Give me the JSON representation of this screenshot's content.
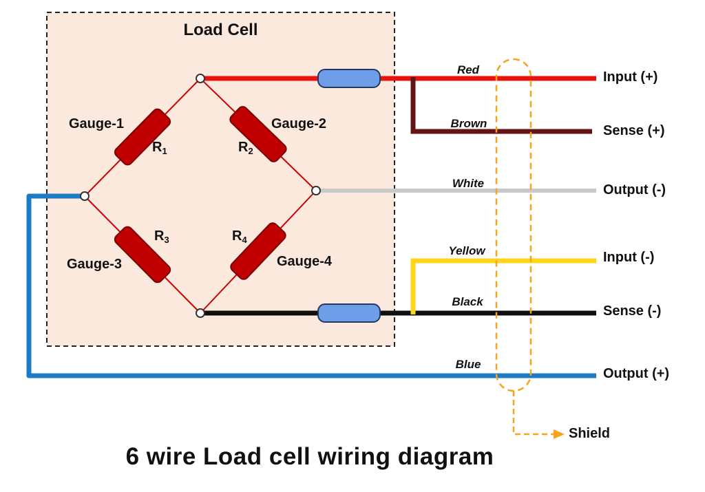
{
  "title": "6 wire Load cell wiring diagram",
  "load_cell": {
    "label": "Load Cell",
    "gauges": [
      {
        "name": "Gauge-1",
        "r": "R",
        "sub": "1"
      },
      {
        "name": "Gauge-2",
        "r": "R",
        "sub": "2"
      },
      {
        "name": "Gauge-3",
        "r": "R",
        "sub": "3"
      },
      {
        "name": "Gauge-4",
        "r": "R",
        "sub": "4"
      }
    ]
  },
  "wires": [
    {
      "color_label": "Red",
      "terminal": "Input (+)",
      "color": "#e8140c"
    },
    {
      "color_label": "Brown",
      "terminal": "Sense (+)",
      "color": "#641414"
    },
    {
      "color_label": "White",
      "terminal": "Output (-)",
      "color": "#c9c9c9"
    },
    {
      "color_label": "Yellow",
      "terminal": "Input (-)",
      "color": "#ffd41d"
    },
    {
      "color_label": "Black",
      "terminal": "Sense (-)",
      "color": "#0f0f0f"
    },
    {
      "color_label": "Blue",
      "terminal": "Output (+)",
      "color": "#1b7bc4"
    }
  ],
  "shield": {
    "label": "Shield",
    "color": "#f7a41d"
  },
  "colors": {
    "gauge_fill": "#c00000",
    "gauge_border": "#7a0000",
    "bead_fill": "#6f9ee8",
    "bead_border": "#203864",
    "box_fill": "#fbe9dd",
    "bridge_line": "#cc0000"
  }
}
